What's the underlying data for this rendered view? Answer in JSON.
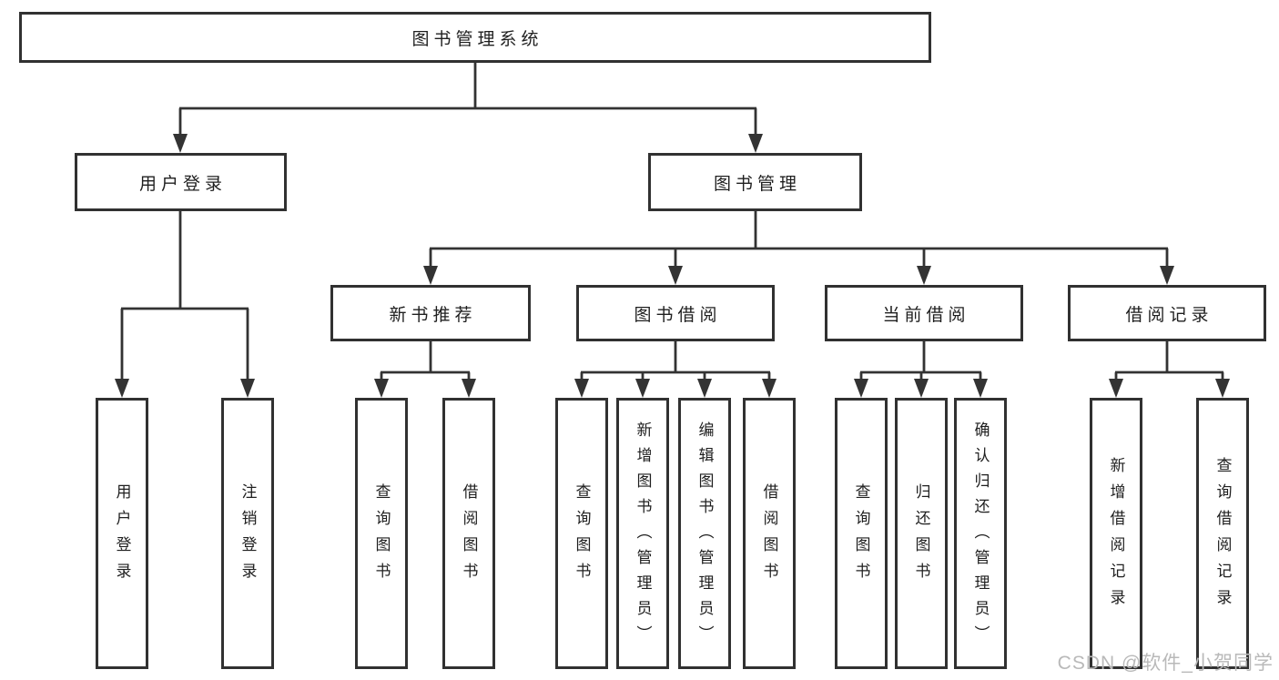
{
  "tree": {
    "root": {
      "label": "图书管理系统",
      "children": [
        {
          "label": "用户登录",
          "children": [
            {
              "label": "用户登录"
            },
            {
              "label": "注销登录"
            }
          ]
        },
        {
          "label": "图书管理",
          "children": [
            {
              "label": "新书推荐",
              "children": [
                {
                  "label": "查询图书"
                },
                {
                  "label": "借阅图书"
                }
              ]
            },
            {
              "label": "图书借阅",
              "children": [
                {
                  "label": "查询图书"
                },
                {
                  "label": "新增图书（管理员）"
                },
                {
                  "label": "编辑图书（管理员）"
                },
                {
                  "label": "借阅图书"
                }
              ]
            },
            {
              "label": "当前借阅",
              "children": [
                {
                  "label": "查询图书"
                },
                {
                  "label": "归还图书"
                },
                {
                  "label": "确认归还（管理员）"
                }
              ]
            },
            {
              "label": "借阅记录",
              "children": [
                {
                  "label": "新增借阅记录"
                },
                {
                  "label": "查询借阅记录"
                }
              ]
            }
          ]
        }
      ]
    }
  },
  "watermark": {
    "text": "CSDN @软件_小贺同学"
  },
  "colors": {
    "line": "#333333",
    "box_border": "#313131",
    "box_fill": "#ffffff",
    "text": "#1f1f1f",
    "watermark": "#b9b9b9"
  }
}
